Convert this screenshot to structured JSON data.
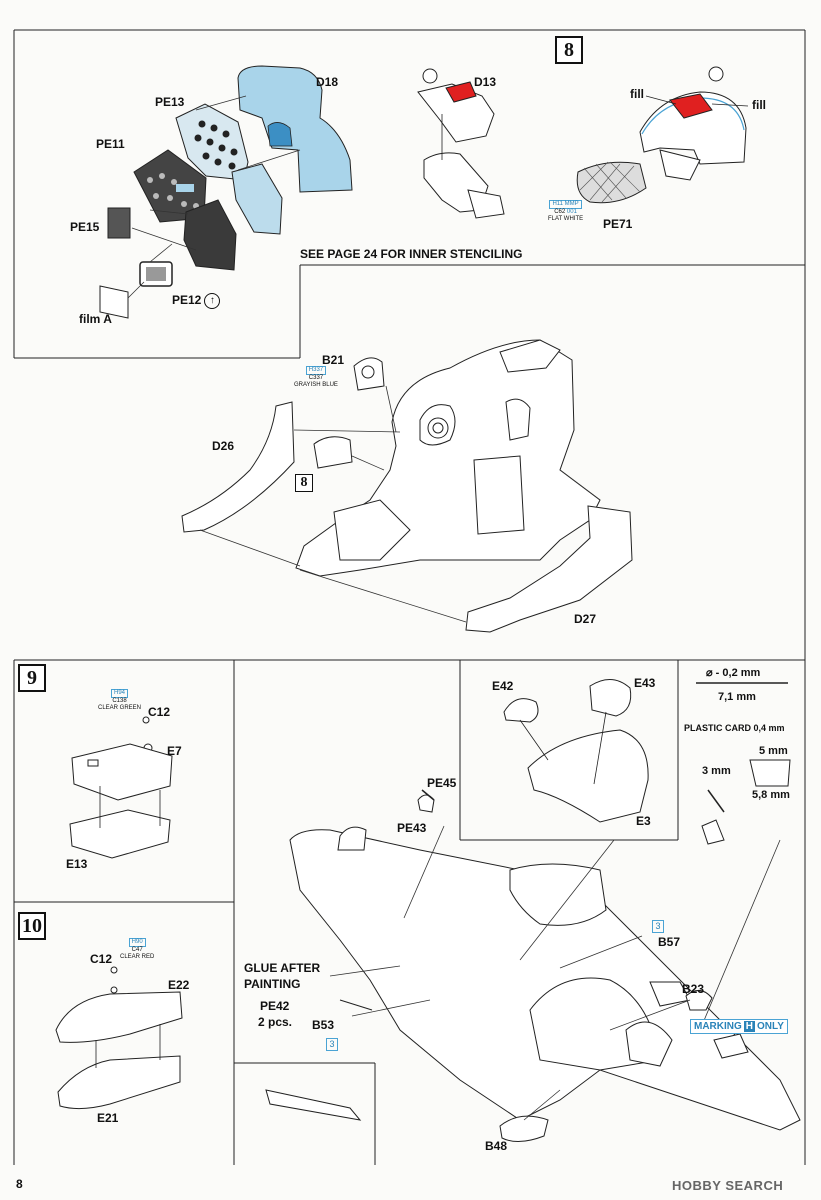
{
  "page_number": "8",
  "steps": {
    "s8": "8",
    "s8_ref": "8",
    "s9": "9",
    "s10": "10"
  },
  "top": {
    "parts": {
      "d18": "D18",
      "pe13": "PE13",
      "pe11": "PE11",
      "pe15": "PE15",
      "pe12": "PE12",
      "film_a": "film A",
      "d13": "D13",
      "pe71": "PE71",
      "fill_left": "fill",
      "fill_right": "fill"
    },
    "pe12_icon": "↑",
    "pe71_color": {
      "h": "H11",
      "mmp": "MMP",
      "c": "C62",
      "mmp_code": "001",
      "name": "FLAT WHITE"
    },
    "note": "SEE PAGE 24 FOR INNER STENCILING"
  },
  "middle": {
    "parts": {
      "b21": "B21",
      "d26": "D26",
      "d27": "D27"
    },
    "b21_color": {
      "h": "H337",
      "c": "C337",
      "name": "GRAYISH BLUE"
    }
  },
  "step9": {
    "parts": {
      "c12": "C12",
      "e7": "E7",
      "e13": "E13"
    },
    "c12_color": {
      "h": "H94",
      "c": "C138",
      "name": "CLEAR GREEN"
    }
  },
  "step10": {
    "parts": {
      "c12": "C12",
      "e22": "E22",
      "e21": "E21"
    },
    "c12_color": {
      "h": "H90",
      "c": "C47",
      "name": "CLEAR RED"
    }
  },
  "main": {
    "parts": {
      "pe45": "PE45",
      "pe43": "PE43",
      "e42": "E42",
      "e43": "E43",
      "e3": "E3",
      "b57": "B57",
      "b23": "B23",
      "b53": "B53",
      "b48": "B48",
      "pe42": "PE42",
      "pe42_qty": "2 pcs."
    },
    "glue_note_1": "GLUE AFTER",
    "glue_note_2": "PAINTING",
    "callout_num_1": "3",
    "callout_num_2": "3",
    "marking_prefix": "MARKING",
    "marking_icon": "H",
    "marking_suffix": "ONLY"
  },
  "spec": {
    "diameter": "⌀ - 0,2 mm",
    "length": "7,1 mm",
    "plastic_card": "PLASTIC CARD 0,4 mm",
    "dim_5": "5 mm",
    "dim_3": "3 mm",
    "dim_58": "5,8 mm"
  },
  "watermark": "HOBBY SEARCH",
  "colors": {
    "accent_blue": "#4aa3d4",
    "fill_red": "#e02020",
    "part_blue": "#a9d4ea"
  }
}
